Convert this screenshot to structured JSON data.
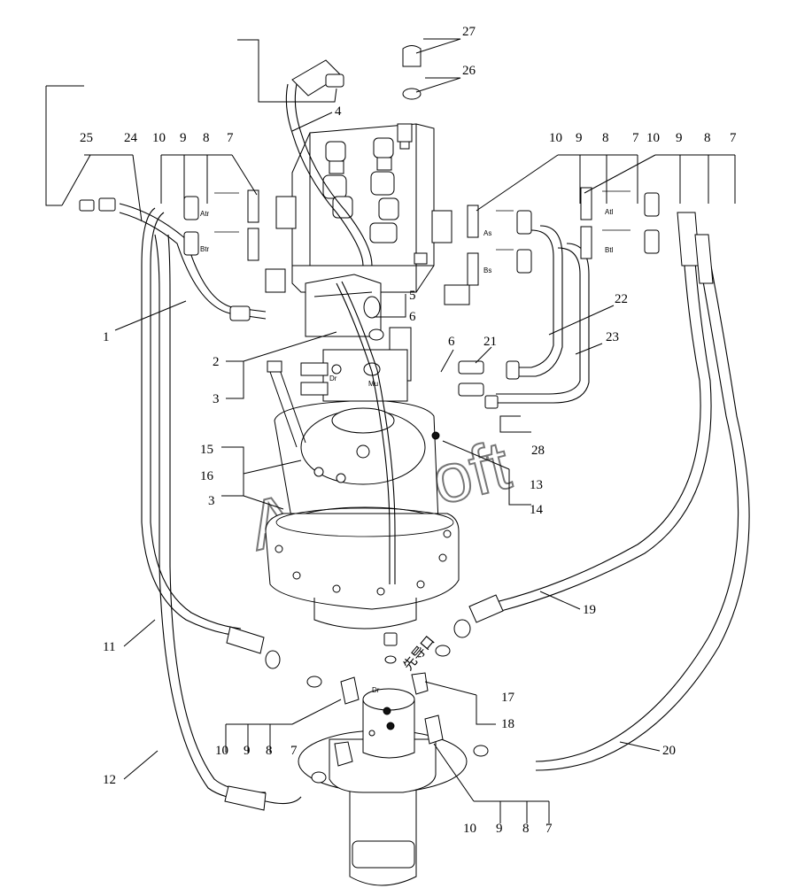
{
  "watermark": "AutoSoft",
  "cjk_label": "先导口",
  "port_labels": {
    "atr": "Atr",
    "btr": "Btr",
    "as": "As",
    "bs": "Bs",
    "atl": "Atl",
    "btl": "Btl",
    "dr_upper": "Dr",
    "mu": "Mu",
    "dr_lower": "Dr"
  },
  "callouts": {
    "c25": "25",
    "c24": "24",
    "c10a": "10",
    "c9a": "9",
    "c8a": "8",
    "c7a": "7",
    "c27": "27",
    "c26": "26",
    "c4": "4",
    "c10b": "10",
    "c9b": "9",
    "c8b": "8",
    "c7b": "7",
    "c10c": "10",
    "c9c": "9",
    "c8c": "8",
    "c7c": "7",
    "c5": "5",
    "c6a": "6",
    "c1": "1",
    "c2": "2",
    "c3a": "3",
    "c22": "22",
    "c23": "23",
    "c6b": "6",
    "c21": "21",
    "c28": "28",
    "c15": "15",
    "c16": "16",
    "c3b": "3",
    "c13": "13",
    "c14": "14",
    "c11": "11",
    "c19": "19",
    "c17": "17",
    "c18": "18",
    "c10d": "10",
    "c9d": "9",
    "c8d": "8",
    "c7d": "7",
    "c12": "12",
    "c20": "20",
    "c10e": "10",
    "c9e": "9",
    "c8e": "8",
    "c7e": "7"
  }
}
